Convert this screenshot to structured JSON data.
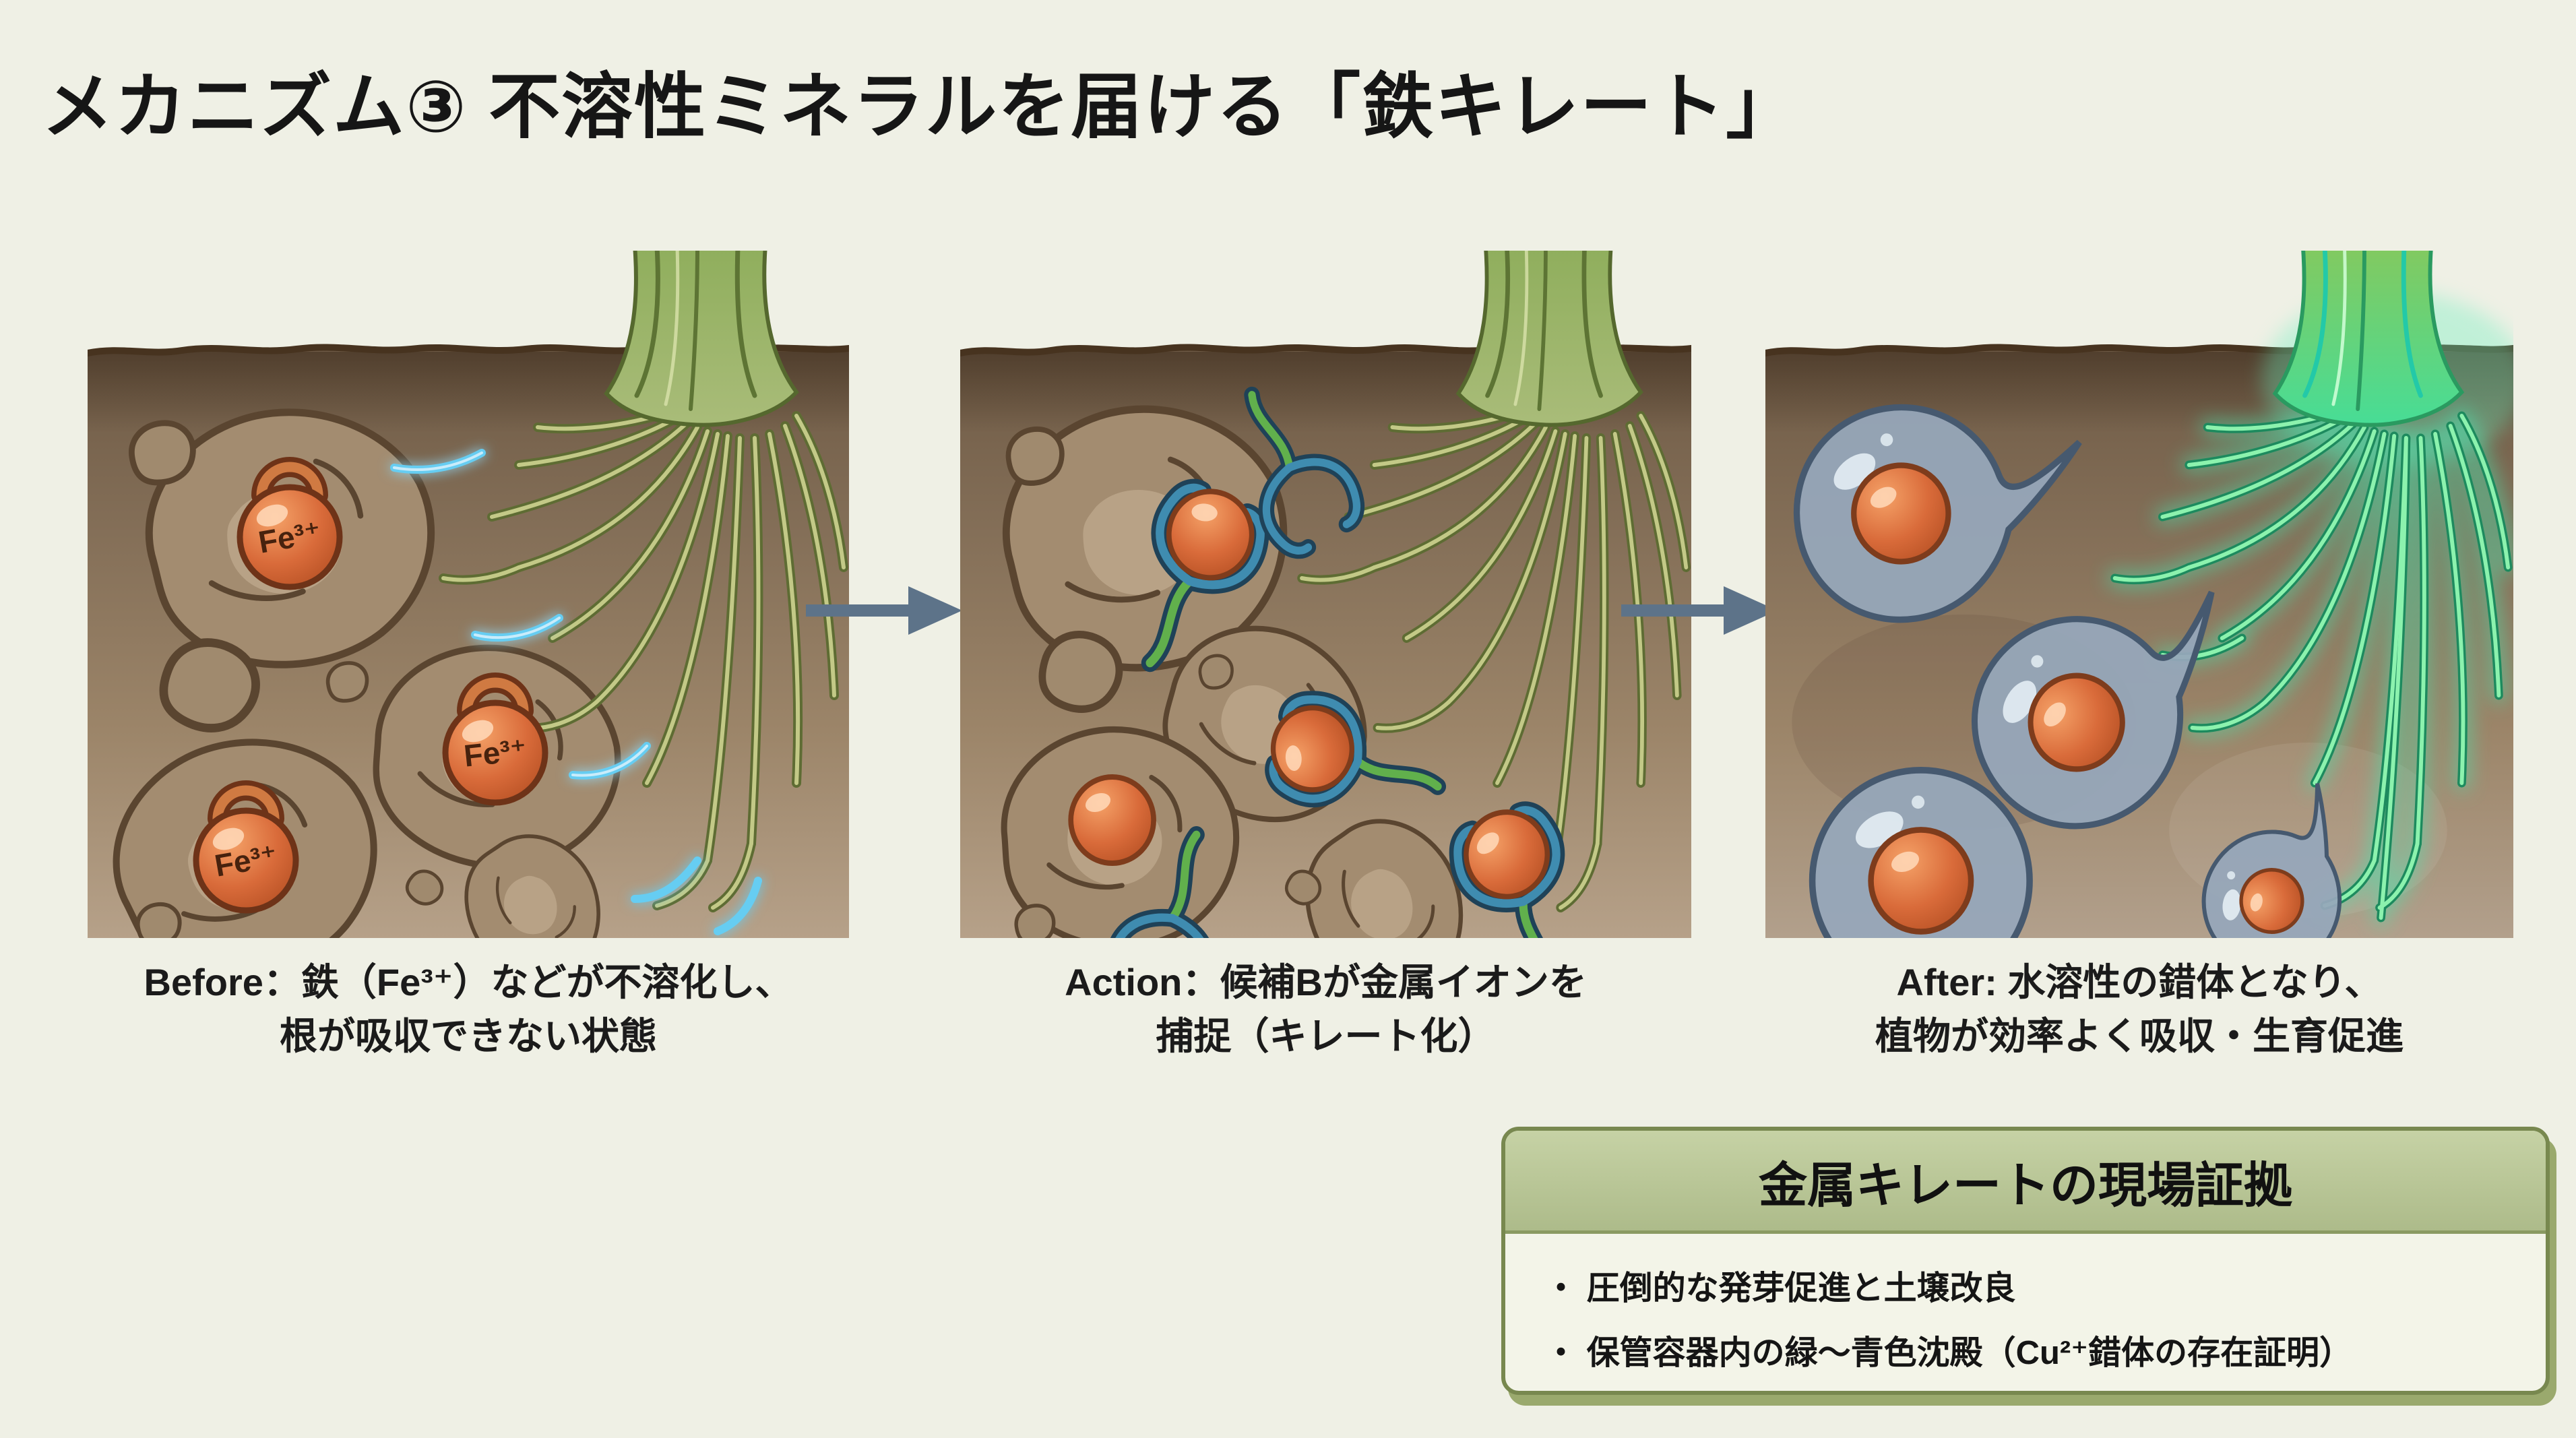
{
  "title": "メカニズム③ 不溶性ミネラルを届ける「鉄キレート」",
  "panels": {
    "before": {
      "caption_line1": "Before：鉄（Fe³⁺）などが不溶化し、",
      "caption_line2": "根が吸収できない状態",
      "ion_label": "Fe³⁺"
    },
    "action": {
      "caption_line1": "Action：候補Bが金属イオンを",
      "caption_line2": "捕捉（キレート化）"
    },
    "after": {
      "caption_line1": "After: 水溶性の錯体となり、",
      "caption_line2": "植物が効率よく吸収・生育促進"
    }
  },
  "evidence_box": {
    "title": "金属キレートの現場証拠",
    "bullets": [
      "・ 圧倒的な発芽促進と土壌改良",
      "・ 保管容器内の緑～青色沈殿（Cu²⁺錯体の存在証明）"
    ]
  },
  "icons": {
    "flow_arrow": "right-arrow",
    "lock": "padlock-shackle-on-iron-ion"
  },
  "colors": {
    "page_background": "#eff0e5",
    "title_text": "#161616",
    "soil_top": "#6e5a45",
    "soil_bottom": "#b6a189",
    "ion_orange": "#d96b3a",
    "chelator_green": "#61b04c",
    "chelator_teal": "#3f8cb0",
    "complex_droplet": "#96a7ba",
    "healthy_root_green": "#47dd96",
    "glow_blue": "#66cdf2",
    "arrow": "#5d7389",
    "box_header": "#b7c493",
    "box_border": "#78884f",
    "box_body": "#f3f4e8"
  }
}
